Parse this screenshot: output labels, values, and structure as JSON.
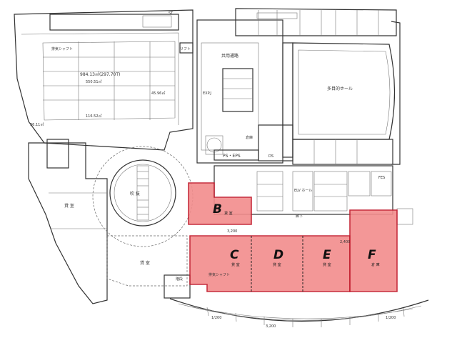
{
  "labels": {
    "st": "ST",
    "area_total": "984.13㎡(297.70T)",
    "area_sub": "550.51㎡",
    "lift": "リフト",
    "common_corridor": "共用通路",
    "multipurpose_hall": "多目的ホール",
    "shaft": "排気シャフト",
    "shaft2": "排気シャフト",
    "exp": "EXP.J",
    "ps_eps": "PS・EPS",
    "elv_hall": "ELV ホール",
    "warehouse": "倉庫",
    "fes": "FES",
    "ds": "DS",
    "stair": "階段",
    "atrium": "吹 抜",
    "tenant": "貸 室",
    "tenant2": "貸 室",
    "dim1": "3,200",
    "dim2": "3,200",
    "dim3": "1/200",
    "dim4": "1/200",
    "measure": "2,400",
    "corridor": "廊下",
    "area_a": "45.96㎡",
    "area_b": "116.52㎡",
    "area_c": "36.11㎡"
  },
  "units": [
    {
      "id": "B",
      "label": "B",
      "sub": "貸 室"
    },
    {
      "id": "C",
      "label": "C",
      "sub": "貸 室"
    },
    {
      "id": "D",
      "label": "D",
      "sub": "貸 室"
    },
    {
      "id": "E",
      "label": "E",
      "sub": "貸 室"
    },
    {
      "id": "F",
      "label": "F",
      "sub": "倉 庫"
    }
  ],
  "colors": {
    "unit_fill": "#f28c8c",
    "unit_stroke": "#c0182a"
  }
}
